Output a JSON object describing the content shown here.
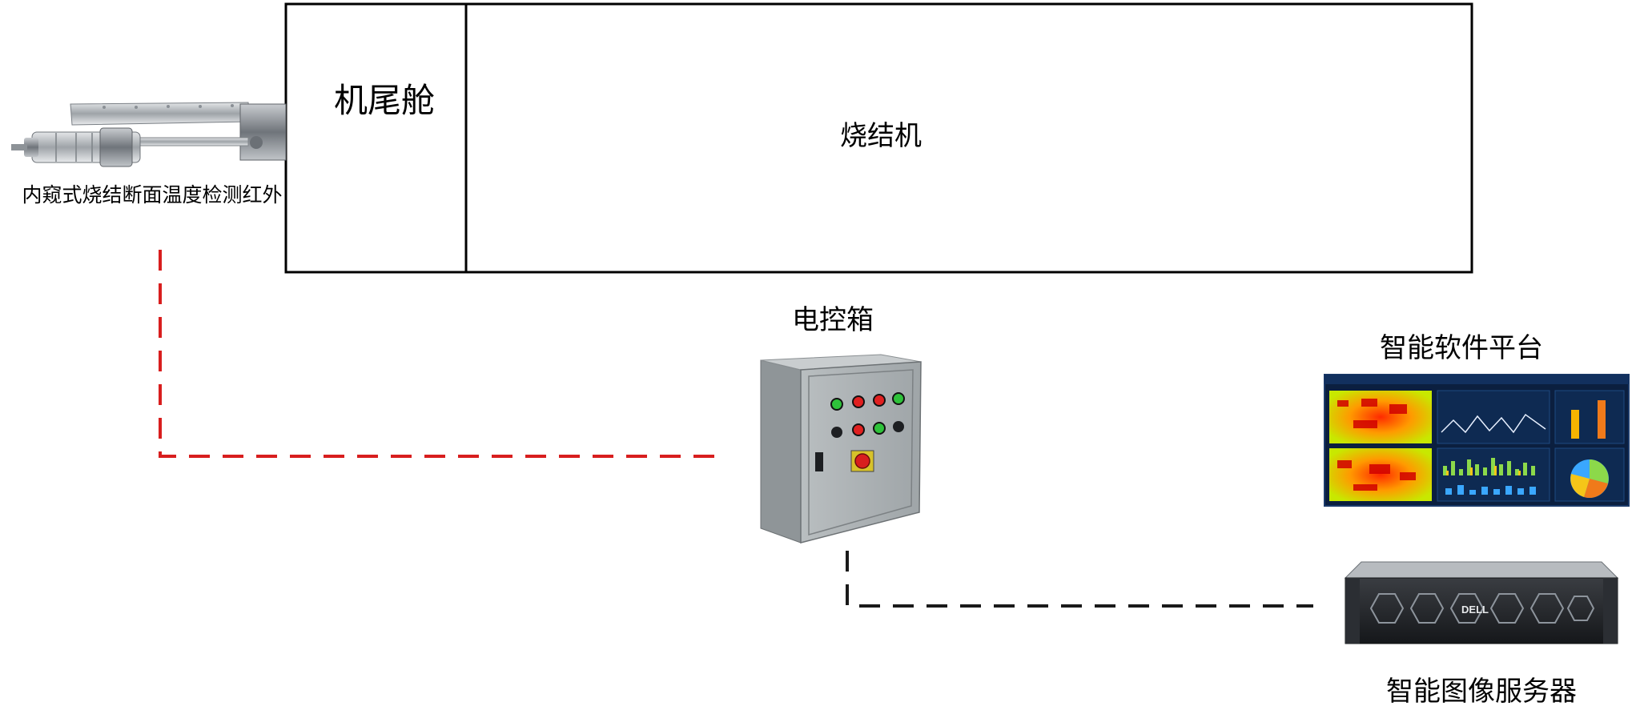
{
  "diagram": {
    "tail_cabin_label": "机尾舱",
    "sinter_machine_label": "烧结机",
    "camera_label": "内窥式烧结断面温度检测红外",
    "control_cabinet_label": "电控箱",
    "software_platform_label": "智能软件平台",
    "image_server_label": "智能图像服务器",
    "server_brand": "DELL"
  },
  "colors": {
    "camera_link": "#d81e1e",
    "server_link": "#1a1a1a",
    "cabinet_body": "#a9aeb0",
    "dashboard_bg": "#0b1f3f"
  },
  "icons": {
    "camera": "infrared-camera-icon",
    "cabinet": "control-cabinet-icon",
    "dashboard": "dashboard-screen-icon",
    "server": "rack-server-icon"
  }
}
